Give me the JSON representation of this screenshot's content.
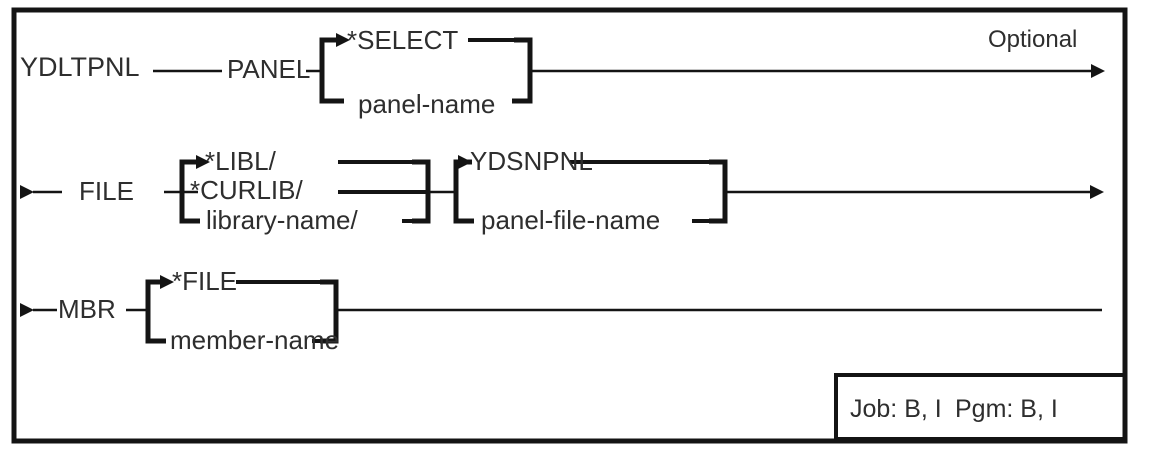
{
  "colors": {
    "line": "#141414",
    "text": "#2e2e2e",
    "background": "#ffffff"
  },
  "command": "YDLTPNL",
  "optional_label": "Optional",
  "parameters": [
    {
      "name": "PANEL",
      "choices": [
        {
          "label": "*SELECT",
          "is_default": true
        },
        {
          "label": "panel-name",
          "is_default": false
        }
      ]
    },
    {
      "name": "FILE",
      "library_choices": [
        {
          "label": "*LIBL/",
          "is_default": true
        },
        {
          "label": "*CURLIB/",
          "is_default": false
        },
        {
          "label": "library-name/",
          "is_default": false
        }
      ],
      "file_choices": [
        {
          "label": "YDSNPNL",
          "is_default": true
        },
        {
          "label": "panel-file-name",
          "is_default": false
        }
      ]
    },
    {
      "name": "MBR",
      "choices": [
        {
          "label": "*FILE",
          "is_default": true
        },
        {
          "label": "member-name",
          "is_default": false
        }
      ]
    }
  ],
  "footer": {
    "job": "Job: B, I",
    "pgm": "Pgm: B, I"
  }
}
